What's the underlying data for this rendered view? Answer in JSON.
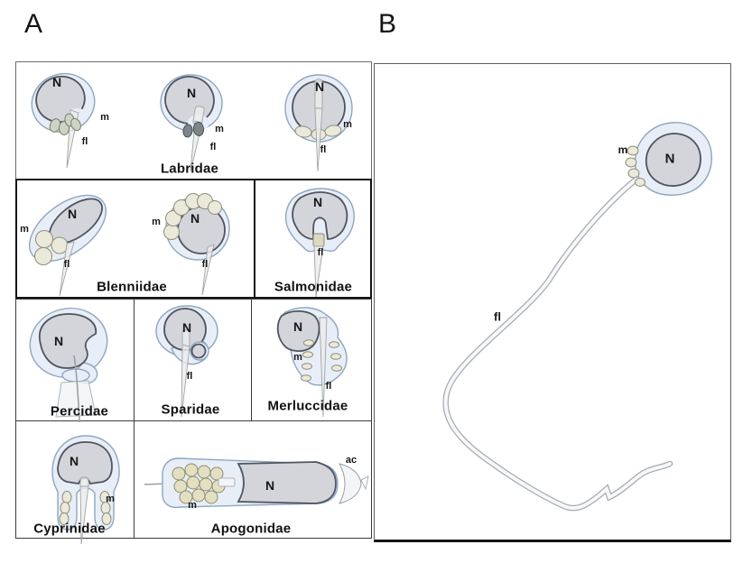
{
  "panels": {
    "a": {
      "label": "A"
    },
    "b": {
      "label": "B"
    }
  },
  "families": {
    "labridae": "Labridae",
    "blenniidae": "Blenniidae",
    "salmonidae": "Salmonidae",
    "percidae": "Percidae",
    "sparidae": "Sparidae",
    "merluccidae": "Merluccidae",
    "cyprinidae": "Cyprinidae",
    "apogonidae": "Apogonidae"
  },
  "labels": {
    "nucleus": "N",
    "mitochondria": "m",
    "flagellum": "fl",
    "acrosome": "ac"
  },
  "colors": {
    "background": "#ffffff",
    "membrane": "#e8eef7",
    "membrane_stroke": "#8ea6bf",
    "nucleus": "#d3d5db",
    "nucleus_stroke": "#4f545e",
    "mitochondria_cream": "#ebe9da",
    "mitochondria_green": "#ccd4c3",
    "mitochondria_dark": "#7e858b",
    "border_black": "#151515"
  }
}
